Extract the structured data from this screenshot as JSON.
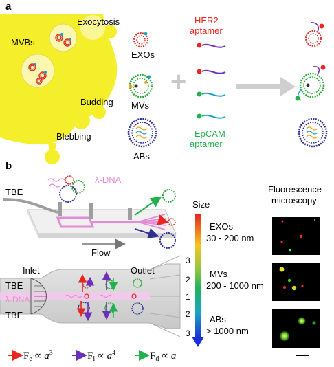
{
  "panel_a": {
    "label": "a",
    "cell": {
      "exocytosis": "Exocytosis",
      "mvbs": "MVBs",
      "budding": "Budding",
      "blebbing": "Blebbing"
    },
    "vesicles": {
      "exos": "EXOs",
      "mvs": "MVs",
      "abs": "ABs"
    },
    "aptamers": {
      "her2": "HER2",
      "her2_sub": "aptamer",
      "epcam": "EpCAM",
      "epcam_sub": "aptamer"
    },
    "plus": "+",
    "colors": {
      "her2": "#e8271e",
      "epcam": "#22b14c",
      "cell": "#f5ee2a",
      "exo": "#d9322b",
      "mv": "#2ea836",
      "ab": "#2e3192"
    }
  },
  "panel_b": {
    "label": "b",
    "device": {
      "tbe": "TBE",
      "lambda_dna": "λ-DNA",
      "flow": "Flow"
    },
    "channel": {
      "inlet": "Inlet",
      "outlet": "Outlet",
      "tbe_top": "TBE",
      "tbe_bottom": "TBE",
      "lambda_dna": "λ-DNA",
      "outlet_numbers": [
        "3",
        "2",
        "1",
        "2",
        "3"
      ]
    },
    "forces": {
      "fe": {
        "F": "F",
        "sub": "e",
        "prop": "∝ ",
        "var": "a",
        "exp": "3",
        "color": "#e8271e"
      },
      "fi": {
        "F": "F",
        "sub": "i",
        "prop": "∝ ",
        "var": "a",
        "exp": "4",
        "color": "#6d2fb5"
      },
      "fd": {
        "F": "F",
        "sub": "d",
        "prop": "∝ ",
        "var": "a",
        "exp": "",
        "color": "#22b14c"
      }
    },
    "size_bar": {
      "title": "Size",
      "exos": "EXOs",
      "exos_range": "30 - 200 nm",
      "mvs": "MVs",
      "mvs_range": "200 - 1000 nm",
      "abs": "ABs",
      "abs_range": "> 1000 nm"
    },
    "microscopy": {
      "title_1": "Fluorescence",
      "title_2": "microscopy"
    }
  }
}
